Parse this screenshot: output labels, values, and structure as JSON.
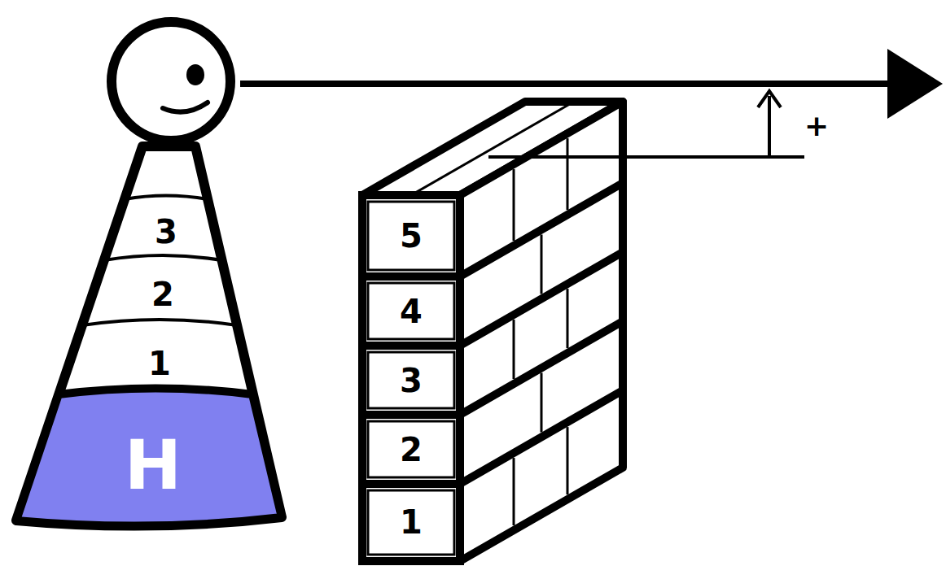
{
  "diagram": {
    "nodes": [
      {
        "text": [
          "3"
        ]
      },
      {
        "text": [
          "2"
        ]
      },
      {
        "text": [
          "1"
        ]
      },
      {
        "text": [
          "H"
        ]
      },
      {
        "text": [
          "5"
        ]
      },
      {
        "text": [
          "4"
        ]
      },
      {
        "text": [
          "3"
        ]
      },
      {
        "text": [
          "2"
        ]
      },
      {
        "text": [
          "1"
        ]
      }
    ],
    "labels": [
      "+"
    ]
  }
}
